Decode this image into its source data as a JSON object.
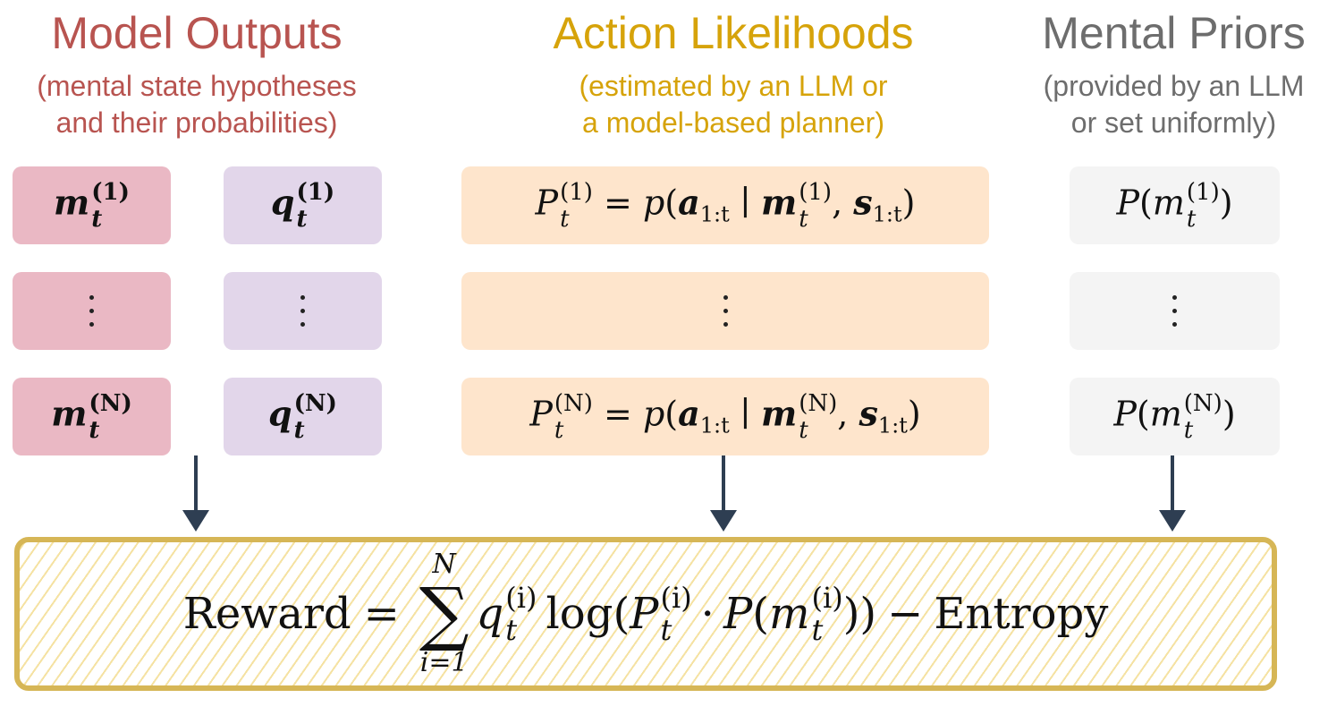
{
  "headers": {
    "model_outputs": {
      "title": "Model Outputs",
      "subtitle_line1": "(mental state hypotheses",
      "subtitle_line2": "and their probabilities)",
      "color": "#b85450"
    },
    "action_likelihoods": {
      "title": "Action Likelihoods",
      "subtitle_line1": "(estimated by an LLM or",
      "subtitle_line2": "a model-based planner)",
      "color": "#d6a30a"
    },
    "mental_priors": {
      "title": "Mental Priors",
      "subtitle_line1": "(provided by an LLM",
      "subtitle_line2": "or set uniformly)",
      "color": "#6d6d6d"
    }
  },
  "symbols": {
    "m": "m",
    "q": "q",
    "P": "P",
    "p": "p",
    "a": "a",
    "s": "s",
    "t": "t",
    "one": "(1)",
    "N": "(N)",
    "i": "(i)",
    "range": "1:t",
    "equals": "=",
    "given": "∣",
    "comma": ",",
    "lpar": "(",
    "rpar": ")"
  },
  "reward": {
    "label": "Reward",
    "equals": "=",
    "sum_upper": "N",
    "sum_lower": "i=1",
    "sigma": "∑",
    "log": "log",
    "cdot": "·",
    "minus": "−",
    "entropy": "Entropy"
  },
  "colors": {
    "pink_box": "#eab8c4",
    "lavender_box": "#e2d6ea",
    "peach_box": "#fee5cc",
    "grey_box": "#f4f4f4",
    "reward_border": "#d6b656",
    "arrow": "#2e3e52"
  }
}
